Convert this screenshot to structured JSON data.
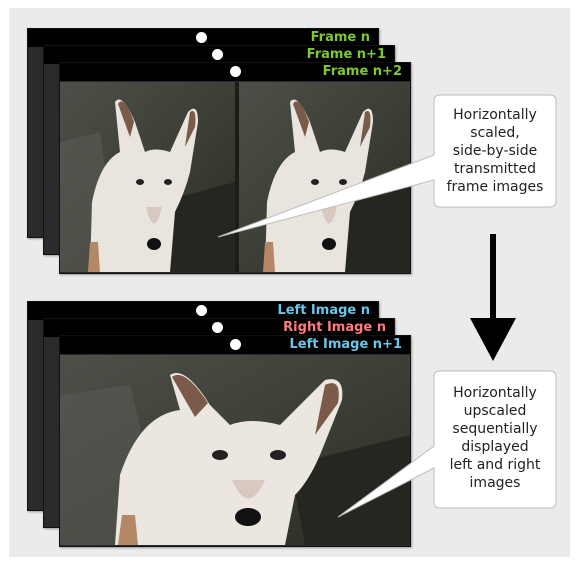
{
  "top_stack": {
    "frames": [
      {
        "label": "Frame n"
      },
      {
        "label": "Frame n+1"
      },
      {
        "label": "Frame n+2"
      }
    ],
    "label_color": "#7ec832",
    "callout": "Horizontally\nscaled,\nside-by-side\ntransmitted\nframe images"
  },
  "bottom_stack": {
    "frames": [
      {
        "label": "Left Image n",
        "color": "#6ec4e8"
      },
      {
        "label": "Right Image n",
        "color": "#ff7a7a"
      },
      {
        "label": "Left Image n+1",
        "color": "#6ec4e8"
      }
    ],
    "callout": "Horizontally\nupscaled\nsequentially\ndisplayed\nleft and right\nimages"
  },
  "colors": {
    "background": "#ebebeb",
    "title_bar": "#000000",
    "arrow": "#000000"
  },
  "icons": {
    "dot": "white-circle-dot-icon",
    "arrow": "down-arrow-icon"
  }
}
